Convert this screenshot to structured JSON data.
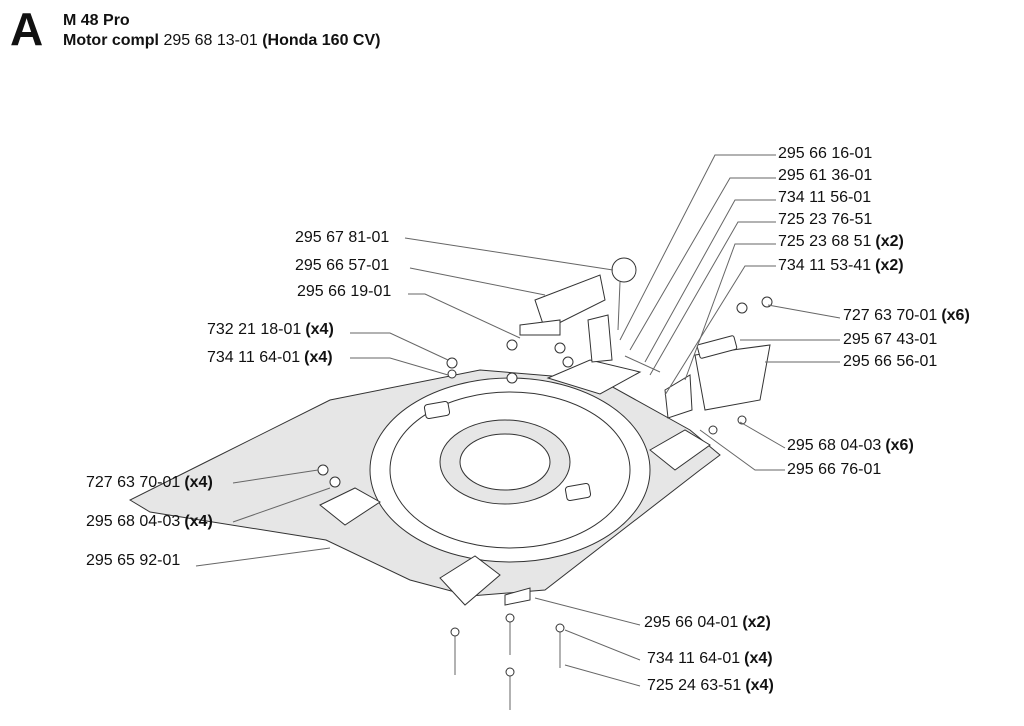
{
  "header": {
    "section_letter": "A",
    "model": "M 48 Pro",
    "assembly_label": "Motor compl",
    "assembly_number": "295 68 13-01",
    "engine": "(Honda 160 CV)"
  },
  "parts": [
    {
      "number": "295 66 16-01",
      "qty": ""
    },
    {
      "number": "295 61 36-01",
      "qty": ""
    },
    {
      "number": "734 11 56-01",
      "qty": ""
    },
    {
      "number": "725 23 76-51",
      "qty": ""
    },
    {
      "number": "725 23 68 51",
      "qty": "(x2)"
    },
    {
      "number": "734 11 53-41",
      "qty": "(x2)"
    },
    {
      "number": "727 63 70-01",
      "qty": "(x6)"
    },
    {
      "number": "295 67 43-01",
      "qty": ""
    },
    {
      "number": "295 66 56-01",
      "qty": ""
    },
    {
      "number": "295 67 81-01",
      "qty": ""
    },
    {
      "number": "295 66 57-01",
      "qty": ""
    },
    {
      "number": "295 66 19-01",
      "qty": ""
    },
    {
      "number": "732 21 18-01",
      "qty": "(x4)"
    },
    {
      "number": "734 11 64-01",
      "qty": "(x4)"
    },
    {
      "number": "295 68 04-03",
      "qty": "(x6)"
    },
    {
      "number": "295 66 76-01",
      "qty": ""
    },
    {
      "number": "727 63 70-01",
      "qty": "(x4)"
    },
    {
      "number": "295 68 04-03",
      "qty": "(x4)"
    },
    {
      "number": "295 65 92-01",
      "qty": ""
    },
    {
      "number": "295 66 04-01",
      "qty": "(x2)"
    },
    {
      "number": "734 11 64-01",
      "qty": "(x4)"
    },
    {
      "number": "725 24 63-51",
      "qty": "(x4)"
    }
  ]
}
